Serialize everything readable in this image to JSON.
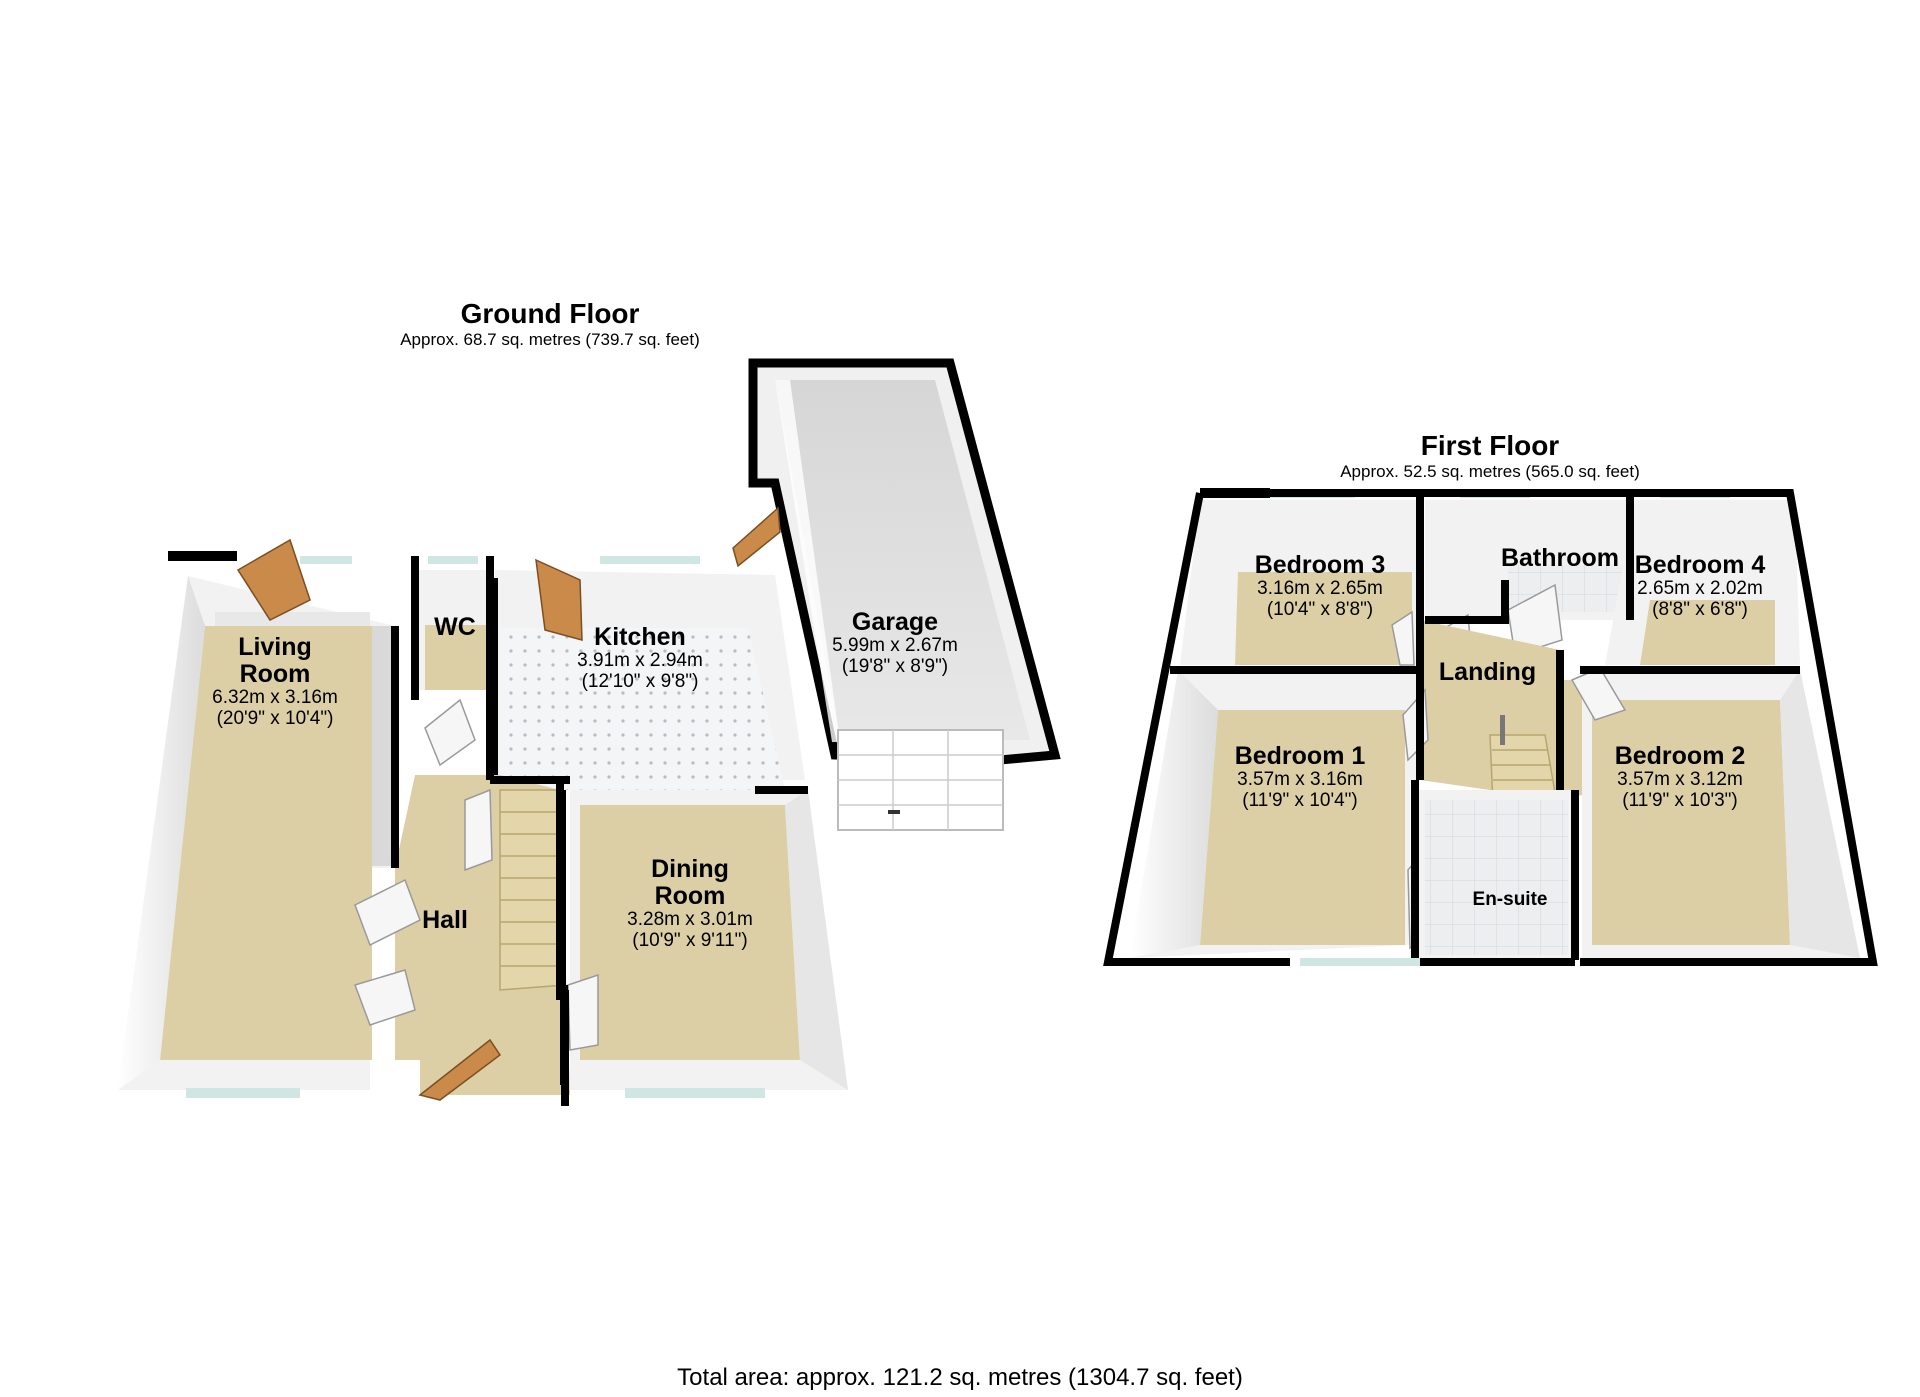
{
  "floors": {
    "ground": {
      "title": "Ground Floor",
      "area": "Approx. 68.7 sq. metres (739.7 sq. feet)",
      "rooms": {
        "living": {
          "name": "Living Room",
          "dim_m": "6.32m x 3.16m",
          "dim_ft": "(20'9\" x 10'4\")"
        },
        "wc": {
          "name": "WC"
        },
        "kitchen": {
          "name": "Kitchen",
          "dim_m": "3.91m x 2.94m",
          "dim_ft": "(12'10\" x 9'8\")"
        },
        "garage": {
          "name": "Garage",
          "dim_m": "5.99m x 2.67m",
          "dim_ft": "(19'8\" x 8'9\")"
        },
        "dining": {
          "name": "Dining Room",
          "dim_m": "3.28m x 3.01m",
          "dim_ft": "(10'9\" x 9'11\")"
        },
        "hall": {
          "name": "Hall"
        }
      }
    },
    "first": {
      "title": "First Floor",
      "area": "Approx. 52.5 sq. metres (565.0 sq. feet)",
      "rooms": {
        "bedroom3": {
          "name": "Bedroom 3",
          "dim_m": "3.16m x 2.65m",
          "dim_ft": "(10'4\" x 8'8\")"
        },
        "bathroom": {
          "name": "Bathroom"
        },
        "bedroom4": {
          "name": "Bedroom 4",
          "dim_m": "2.65m x 2.02m",
          "dim_ft": "(8'8\" x 6'8\")"
        },
        "landing": {
          "name": "Landing"
        },
        "bedroom1": {
          "name": "Bedroom 1",
          "dim_m": "3.57m x 3.16m",
          "dim_ft": "(11'9\" x 10'4\")"
        },
        "bedroom2": {
          "name": "Bedroom 2",
          "dim_m": "3.57m x 3.12m",
          "dim_ft": "(11'9\" x 10'3\")"
        },
        "ensuite": {
          "name": "En-suite"
        }
      }
    }
  },
  "total_area": "Total area: approx. 121.2 sq. metres (1304.7 sq. feet)",
  "colors": {
    "carpet": "#dccfa6",
    "floor_tile": "#e6e8ea",
    "wall_face": "#f2f2f2",
    "wall_edge": "#000000",
    "door": "#c98a4a",
    "window": "#cfe6e2"
  }
}
